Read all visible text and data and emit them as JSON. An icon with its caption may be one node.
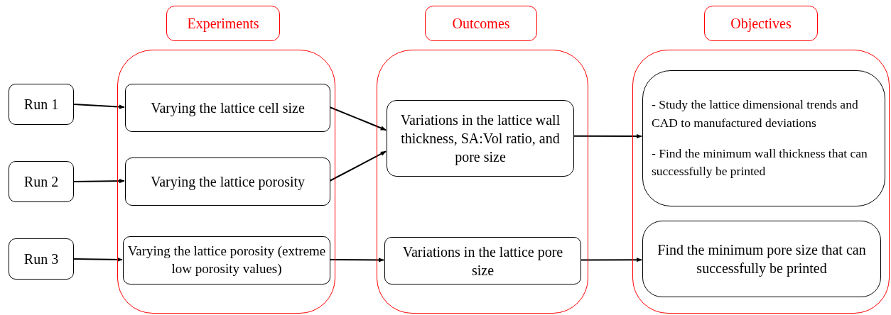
{
  "diagram": {
    "nodes": [
      {
        "text": [
          "Experiments"
        ]
      },
      {
        "text": [
          "Outcomes"
        ]
      },
      {
        "text": [
          "Objectives"
        ]
      },
      {
        "text": [
          "Run 1"
        ]
      },
      {
        "text": [
          "Run 2"
        ]
      },
      {
        "text": [
          "Run 3"
        ]
      },
      {
        "text": [],
        "shape": "box"
      },
      {
        "text": [
          "Varying the lattice cell size"
        ],
        "in": 6
      },
      {
        "text": [
          "Varying the lattice porosity"
        ],
        "in": 6
      },
      {
        "text": [
          "Varying the lattice porosity (extreme low porosity values)"
        ],
        "in": 6
      },
      {
        "text": [],
        "shape": "box"
      },
      {
        "text": [
          "Variations in the lattice wall thickness, SA:Vol ratio, and pore size"
        ],
        "in": 10
      },
      {
        "text": [
          "Variations in the lattice pore size"
        ],
        "in": 10
      },
      {
        "text": [],
        "shape": "box"
      },
      {
        "text": [
          "- Study the lattice dimensional trends and CAD to manufactured deviations",
          "- Find the minimum wall thickness that can successfully be printed"
        ],
        "in": 13
      },
      {
        "text": [
          "Find the minimum pore size that can successfully be printed"
        ],
        "in": 13
      }
    ],
    "edges": [
      {
        "from": 3,
        "to": 7,
        "arrow": "to"
      },
      {
        "from": 4,
        "to": 8,
        "arrow": "to"
      },
      {
        "from": 5,
        "to": 9,
        "arrow": "to"
      },
      {
        "from": 7,
        "to": 11,
        "arrow": "to"
      },
      {
        "from": 8,
        "to": 11,
        "arrow": "to"
      },
      {
        "from": 9,
        "to": 12,
        "arrow": "to"
      },
      {
        "from": 11,
        "to": 14,
        "arrow": "to"
      },
      {
        "from": 12,
        "to": 15,
        "arrow": "to"
      }
    ]
  }
}
